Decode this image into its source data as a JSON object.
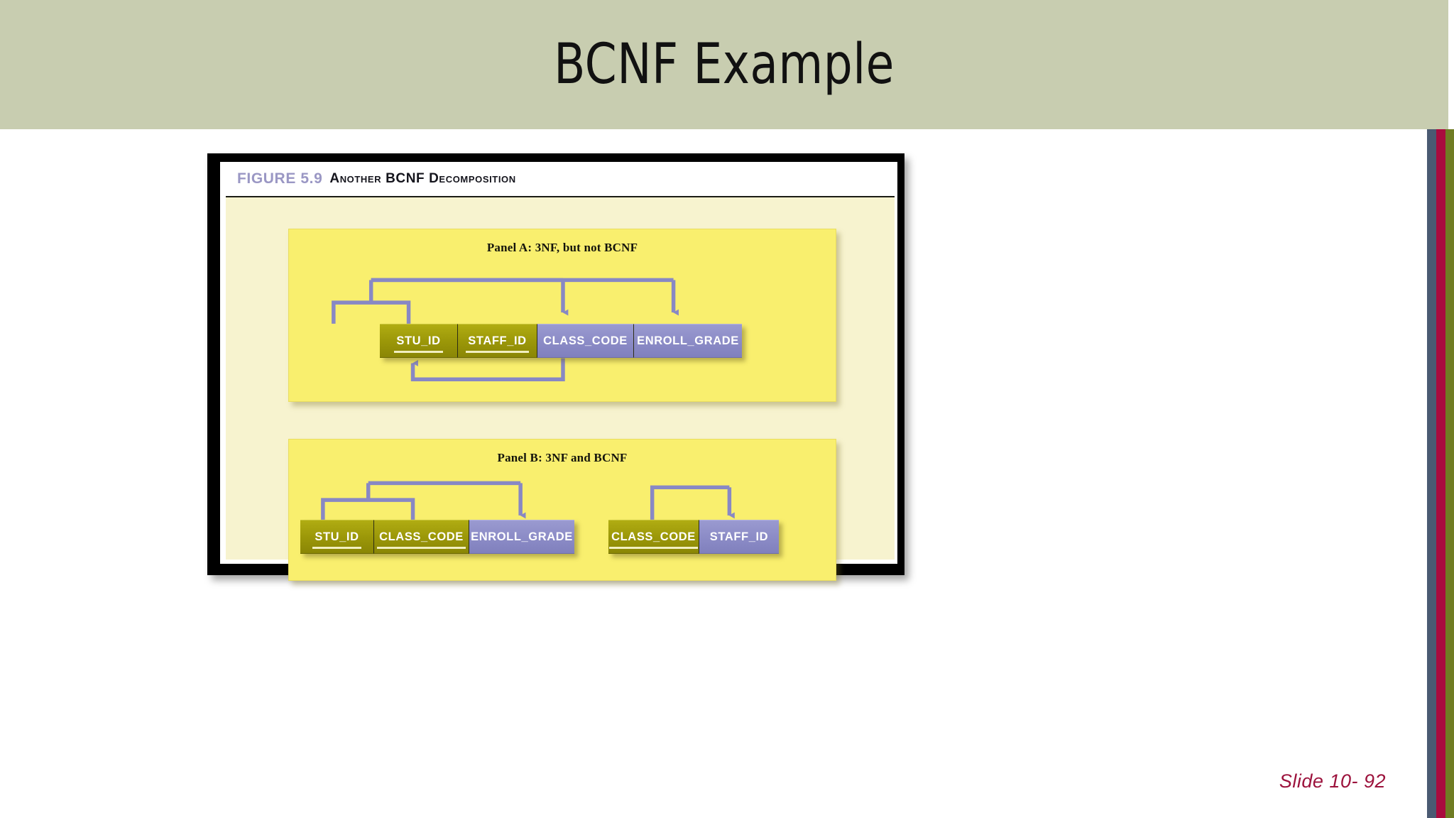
{
  "slide": {
    "title": "BCNF Example",
    "footer": "Slide 10- 92",
    "banner_color": "#c8cdb0",
    "footer_color": "#9c123c"
  },
  "edge_stripes": [
    {
      "name": "blue",
      "color": "#4a5a72"
    },
    {
      "name": "red",
      "color": "#a90b3e"
    },
    {
      "name": "olive",
      "color": "#6f7c23"
    }
  ],
  "figure": {
    "number": "FIGURE 5.9",
    "caption": "Another BCNF Decomposition",
    "number_color": "#9a97c4",
    "panel_color": "#f9ef6e",
    "key_color": "#9a9608",
    "nonkey_color": "#8b8bc6",
    "panels": [
      {
        "id": "panel-a",
        "title": "Panel A: 3NF, but not BCNF",
        "tables": [
          {
            "id": "table-a1",
            "attributes": [
              {
                "label": "STU_ID",
                "role": "key",
                "underlined": true,
                "width": 110
              },
              {
                "label": "STAFF_ID",
                "role": "key",
                "underlined": true,
                "width": 112
              },
              {
                "label": "CLASS_CODE",
                "role": "nonkey",
                "underlined": false,
                "width": 136
              },
              {
                "label": "ENROLL_GRADE",
                "role": "nonkey",
                "underlined": false,
                "width": 152
              }
            ]
          }
        ],
        "dependencies": [
          {
            "from": "STU_ID, STAFF_ID",
            "to": "CLASS_CODE"
          },
          {
            "from": "STU_ID, STAFF_ID",
            "to": "ENROLL_GRADE"
          },
          {
            "from": "CLASS_CODE",
            "to": "STAFF_ID"
          }
        ]
      },
      {
        "id": "panel-b",
        "title": "Panel B: 3NF and BCNF",
        "tables": [
          {
            "id": "table-b1",
            "attributes": [
              {
                "label": "STU_ID",
                "role": "key",
                "underlined": true,
                "width": 104
              },
              {
                "label": "CLASS_CODE",
                "role": "key",
                "underlined": true,
                "width": 134
              },
              {
                "label": "ENROLL_GRADE",
                "role": "nonkey",
                "underlined": false,
                "width": 148
              }
            ]
          },
          {
            "id": "table-b2",
            "attributes": [
              {
                "label": "CLASS_CODE",
                "role": "key",
                "underlined": true,
                "width": 128
              },
              {
                "label": "STAFF_ID",
                "role": "nonkey",
                "underlined": false,
                "width": 112
              }
            ]
          }
        ],
        "dependencies": [
          {
            "from": "STU_ID, CLASS_CODE",
            "to": "ENROLL_GRADE"
          },
          {
            "from": "CLASS_CODE",
            "to": "STAFF_ID"
          }
        ]
      }
    ]
  }
}
